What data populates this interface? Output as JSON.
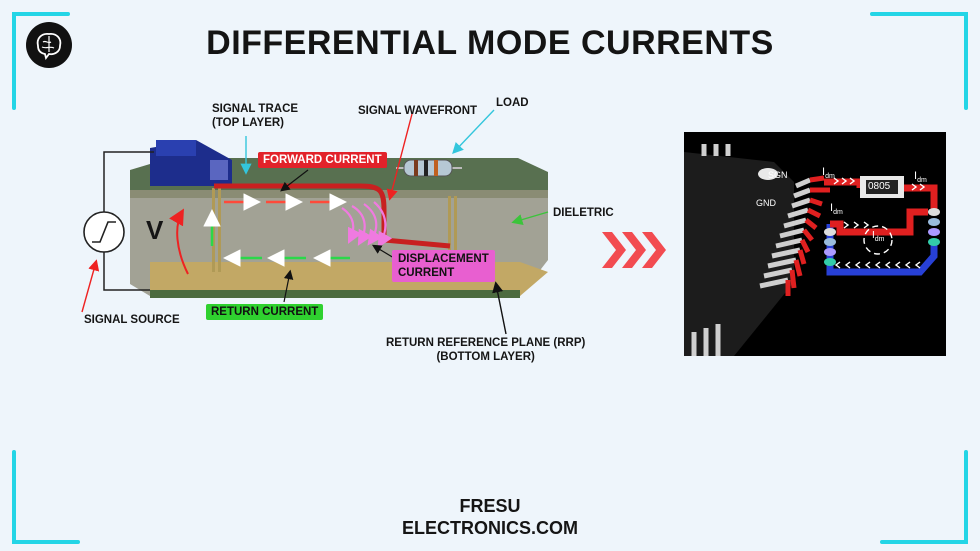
{
  "title": "DIFFERENTIAL MODE CURRENTS",
  "labels": {
    "signal_trace_1": "SIGNAL TRACE",
    "signal_trace_2": "(TOP LAYER)",
    "signal_wavefront": "SIGNAL WAVEFRONT",
    "load": "LOAD",
    "forward_current": "FORWARD CURRENT",
    "dieletric": "DIELETRIC",
    "voltage": "V",
    "displacement_1": "DISPLACEMENT",
    "displacement_2": "CURRENT",
    "return_current": "RETURN CURRENT",
    "signal_source": "SIGNAL SOURCE",
    "rrp_1": "RETURN REFERENCE PLANE (RRP)",
    "rrp_2": "(BOTTOM LAYER)"
  },
  "pcb": {
    "sgn": "SGN",
    "gnd": "GND",
    "idm": "I",
    "idm_sub": "dm",
    "resistor": "0805"
  },
  "footer": {
    "line1": "FRESU",
    "line2": "ELECTRONICS.COM"
  },
  "colors": {
    "accent_cyan": "#23d5e6",
    "forward_red": "#e2222a",
    "return_green": "#2fd12f",
    "displacement_pink": "#e85fd0"
  }
}
